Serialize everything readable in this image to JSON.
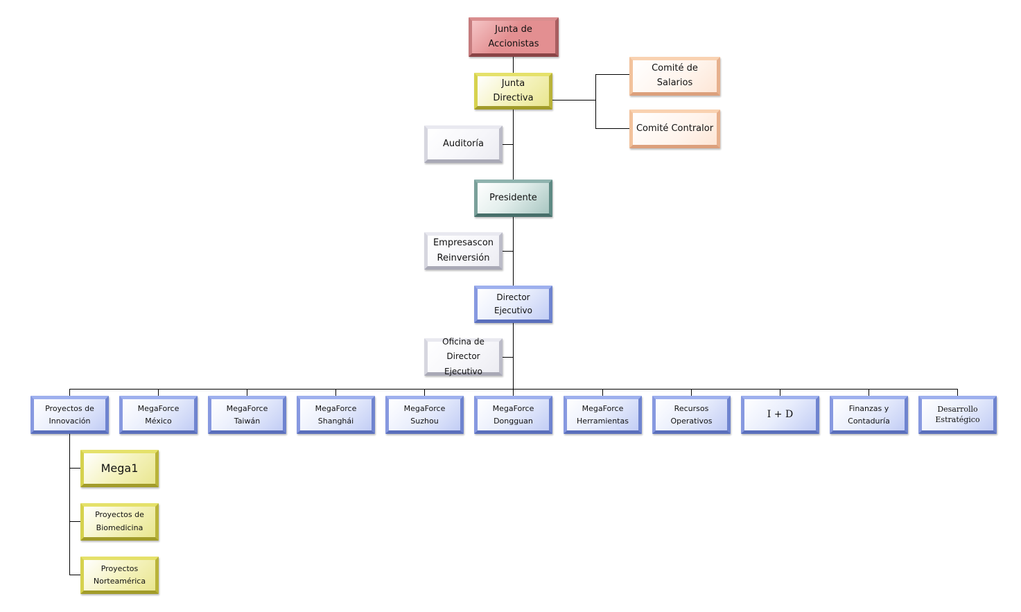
{
  "nodes": {
    "junta_accionistas": "Junta de Accionistas",
    "junta_directiva": "Junta Directiva",
    "comite_salarios": "Comité de Salarios",
    "comite_contralor": "Comité Contralor",
    "auditoria": "Auditoría",
    "presidente": "Presidente",
    "empresas_reinversion": "Empresascon Reinversión",
    "director_ejecutivo": "Director Ejecutivo",
    "oficina_director": "Oficina de Director Ejecutivo",
    "proyectos_innovacion": "Proyectos de Innovación",
    "megaforce_mexico": "MegaForce México",
    "megaforce_taiwan": "MegaForce Taiwán",
    "megaforce_shanghai": "MegaForce Shanghái",
    "megaforce_suzhou": "MegaForce Suzhou",
    "megaforce_dongguan": "MegaForce Dongguan",
    "megaforce_herramientas": "MegaForce Herramientas",
    "recursos_operativos": "Recursos Operativos",
    "i_d": "I + D",
    "finanzas_contaduria": "Finanzas y Contaduría",
    "desarrollo_estrategico": "Desarrollo Estratégico",
    "mega1": "Mega1",
    "proyectos_biomedicina": "Proyectos de Biomedicina",
    "proyectos_norteamerica": "Proyectos Norteamérica"
  },
  "colors": {
    "red": "#e38f91",
    "yellow": "#e9e690",
    "peach": "#fde6d6",
    "gray": "#ececf2",
    "teal": "#a9c7c2",
    "blue": "#c2cdf5",
    "connector": "#000000"
  }
}
